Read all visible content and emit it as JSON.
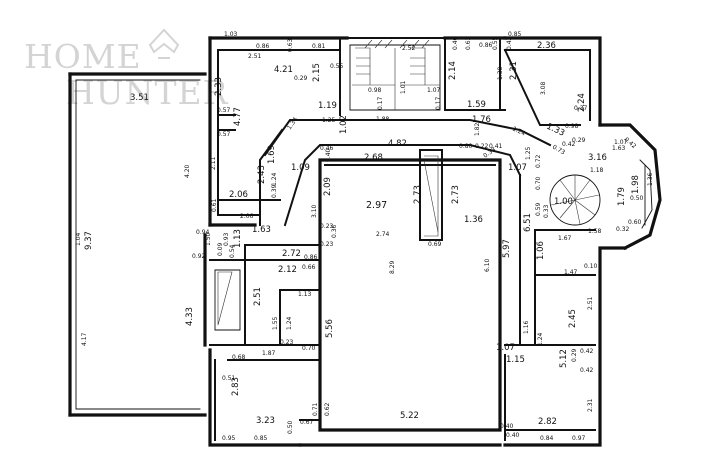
{
  "watermark": {
    "brand_top": "HOME",
    "brand_bottom": "HUNTER"
  },
  "labels": {
    "l_103": "1.03",
    "l_086a": "0.86",
    "l_063a": "0.63",
    "l_081": "0.81",
    "l_251a": "2.51",
    "l_421": "4.21",
    "l_029": "0.29",
    "l_215": "2.15",
    "l_055": "0.55",
    "l_233": "2.33",
    "l_057a": "0.57",
    "l_477": "4.77",
    "l_057b": "0.57",
    "l_119": "1.19",
    "l_125": "1.25",
    "l_134": "1.34",
    "l_102": "1.02",
    "l_188": "1.88",
    "l_252": "2.52",
    "l_098": "0.98",
    "l_101": "1.01",
    "l_107a": "1.07",
    "l_017a": "0.17",
    "l_017b": "0.17",
    "l_046": "0.46",
    "l_063b": "0.63",
    "l_214": "2.14",
    "l_086b": "0.86",
    "l_055b": "0.55",
    "l_138": "1.38",
    "l_159": "1.59",
    "l_176": "1.76",
    "l_085": "0.85",
    "l_042a": "0.42",
    "l_236": "2.36",
    "l_231a": "2.31",
    "l_308": "3.08",
    "l_224": "2.24",
    "l_098b": "0.98",
    "l_037": "0.37",
    "l_124a": "1.24",
    "l_133": "1.33",
    "l_351": "3.51",
    "l_420": "4.20",
    "l_937": "9.37",
    "l_104": "1.04",
    "l_211": "2.11",
    "l_169": "1.69",
    "l_243": "2.43",
    "l_124b": "1.24",
    "l_109": "1.09",
    "l_039": "0.39",
    "l_206a": "2.06",
    "l_061": "0.61",
    "l_206b": "2.06",
    "l_482": "4.82",
    "l_046b": "0.46",
    "l_268": "2.68",
    "l_040a": "0.40",
    "l_080": "0.80",
    "l_022": "0.22",
    "l_041": "0.41",
    "l_182": "1.82",
    "l_033": "0.33",
    "l_125b": "1.25",
    "l_209": "2.09",
    "l_273a": "2.73",
    "l_273b": "2.73",
    "l_297": "2.97",
    "l_310": "3.10",
    "l_136a": "1.36",
    "l_107b": "1.07",
    "l_072": "0.72",
    "l_316": "3.16",
    "l_118": "1.18",
    "l_070": "0.70",
    "l_100": "1.00",
    "l_179": "1.79",
    "l_198": "1.98",
    "l_136b": "1.36",
    "l_107c": "1.07",
    "l_073": "0.73",
    "l_042b": "0.42",
    "l_029b": "0.29",
    "l_059": "0.59",
    "l_033b": "0.33",
    "l_158": "1.58",
    "l_032": "0.32",
    "l_060": "0.60",
    "l_050": "0.50",
    "l_094": "0.94",
    "l_150": "1.50",
    "l_163": "1.63",
    "l_113a": "1.13",
    "l_023a": "0.23",
    "l_036": "0.36",
    "l_274": "2.74",
    "l_069": "0.69",
    "l_651": "6.51",
    "l_167": "1.67",
    "l_092": "0.92",
    "l_272": "2.72",
    "l_086c": "0.86",
    "l_212": "2.12",
    "l_066": "0.66",
    "l_023b": "0.23",
    "l_829": "8.29",
    "l_610": "6.10",
    "l_597": "5.97",
    "l_106": "1.06",
    "l_147": "1.47",
    "l_010": "0.10",
    "l_417": "4.17",
    "l_433": "4.33",
    "l_113b": "1.13",
    "l_251b": "2.51",
    "l_155": "1.55",
    "l_124c": "1.24",
    "l_556": "5.56",
    "l_251c": "2.51",
    "l_245": "2.45",
    "l_116": "1.16",
    "l_124d": "1.24",
    "l_023c": "0.23",
    "l_070b": "0.70",
    "l_107d": "1.07",
    "l_187": "1.87",
    "l_115": "1.15",
    "l_068": "0.68",
    "l_512": "5.12",
    "l_029c": "0.29",
    "l_042c": "0.42",
    "l_042d": "0.42",
    "l_283": "2.83",
    "l_051": "0.51",
    "l_323": "3.23",
    "l_071": "0.71",
    "l_062": "0.62",
    "l_522": "5.22",
    "l_282": "2.82",
    "l_231b": "2.31",
    "l_050b": "0.50",
    "l_067": "0.67",
    "l_040b": "0.40",
    "l_095": "0.95",
    "l_085b": "0.85",
    "l_040c": "0.40",
    "l_084": "0.84",
    "l_097": "0.97",
    "l_093": "0.93",
    "l_009": "0.09",
    "l_054": "0.54",
    "l_163b": "1.63",
    "l_042e": "0.42"
  }
}
